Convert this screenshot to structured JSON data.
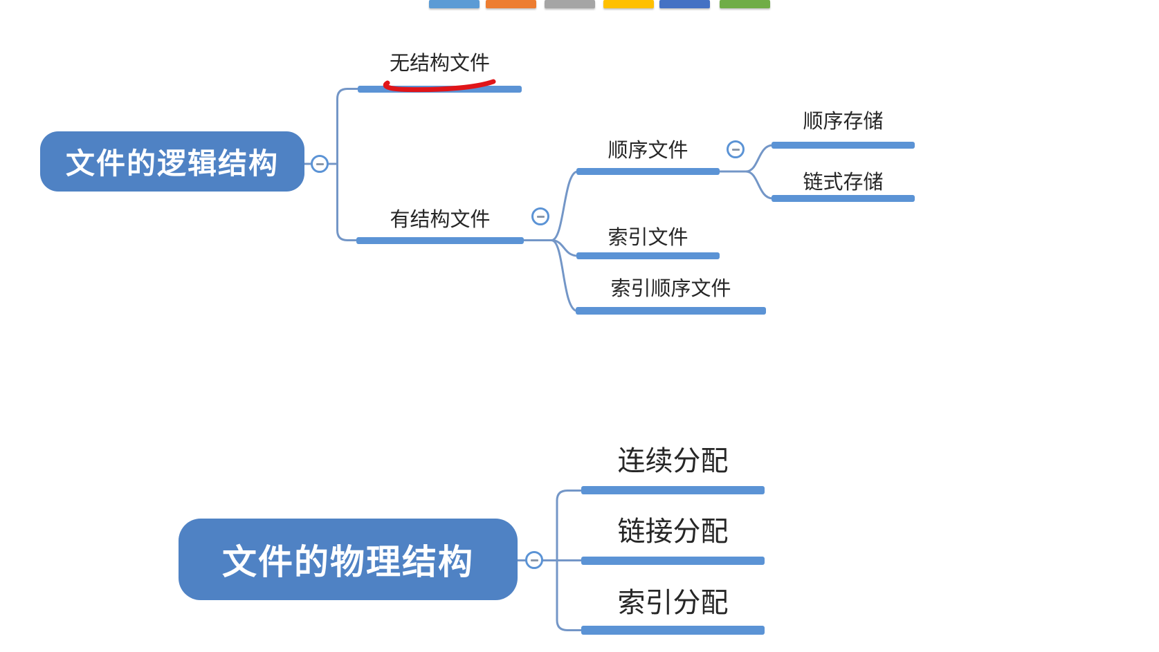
{
  "ui": {
    "collapse_symbol": "−"
  },
  "icons": {
    "collapse_button": "minus-icon"
  },
  "theme": {
    "background": "#FFFFFF",
    "node_fill": "#4F82C4",
    "node_text": "#FFFFFF",
    "bar_fill": "#5B93D5",
    "line_color": "#7396C7",
    "label_color": "#262626"
  },
  "top_color_strip": {
    "colors": [
      "#5B9BD5",
      "#ED7D31",
      "#A5A5A5",
      "#FFC000",
      "#4472C4",
      "#70AD47"
    ]
  },
  "annotation": {
    "type": "hand-drawn-underline",
    "target": "无结构文件",
    "color": "#E01519"
  },
  "map_logical": {
    "root": "文件的逻辑结构",
    "children": [
      {
        "label": "无结构文件"
      },
      {
        "label": "有结构文件",
        "children": [
          {
            "label": "顺序文件",
            "children": [
              {
                "label": "顺序存储"
              },
              {
                "label": "链式存储"
              }
            ]
          },
          {
            "label": "索引文件"
          },
          {
            "label": "索引顺序文件"
          }
        ]
      }
    ]
  },
  "map_physical": {
    "root": "文件的物理结构",
    "children": [
      {
        "label": "连续分配"
      },
      {
        "label": "链接分配"
      },
      {
        "label": "索引分配"
      }
    ]
  }
}
